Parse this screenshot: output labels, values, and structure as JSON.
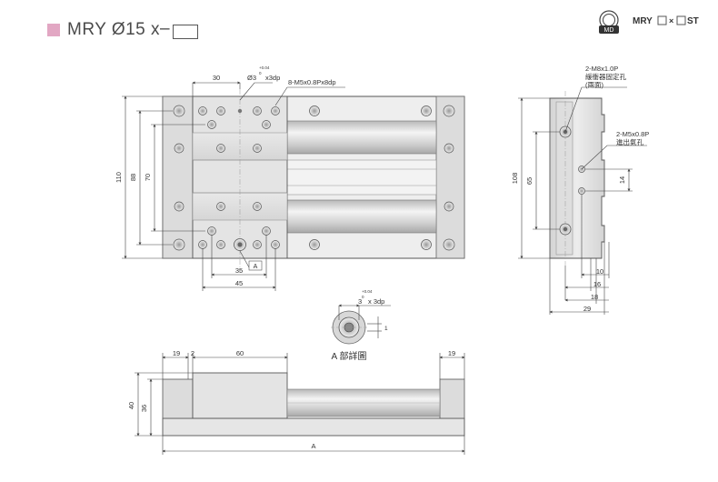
{
  "header": {
    "title": "MRY Ø15 x",
    "dash": "–",
    "model_code": "MRY",
    "model_x": "×",
    "model_st": "ST",
    "logo_text": "MD"
  },
  "top_view": {
    "dim_30": "30",
    "dim_hole": "Ø3",
    "tol_plus": "+0.04",
    "tol_zero": "0",
    "dim_hole_depth": "x3dp",
    "dim_thread": "8-M5x0.8Px8dp",
    "dim_110": "110",
    "dim_88": "88",
    "dim_70": "70",
    "dim_A": "A",
    "dim_35": "35",
    "dim_45": "45"
  },
  "side_view": {
    "note1_a": "2-M8x1.0P",
    "note1_b": "緩衝器固定孔",
    "note1_c": "(兩面)",
    "note2_a": "2-M5x0.8P",
    "note2_b": "進出氣孔",
    "dim_108": "108",
    "dim_65": "65",
    "dim_14": "14",
    "dim_10": "10",
    "dim_16": "16",
    "dim_18": "18",
    "dim_29": "29"
  },
  "detail": {
    "tol_plus": "+0.04",
    "tol_zero": "0",
    "dim": "3",
    "depth": "x 3dp",
    "dim_1": "1",
    "label": "A 部詳圖"
  },
  "front_view": {
    "dim_19_left": "19",
    "dim_2": "2",
    "dim_60": "60",
    "dim_19_right": "19",
    "dim_40": "40",
    "dim_36": "36",
    "dim_A": "A"
  }
}
